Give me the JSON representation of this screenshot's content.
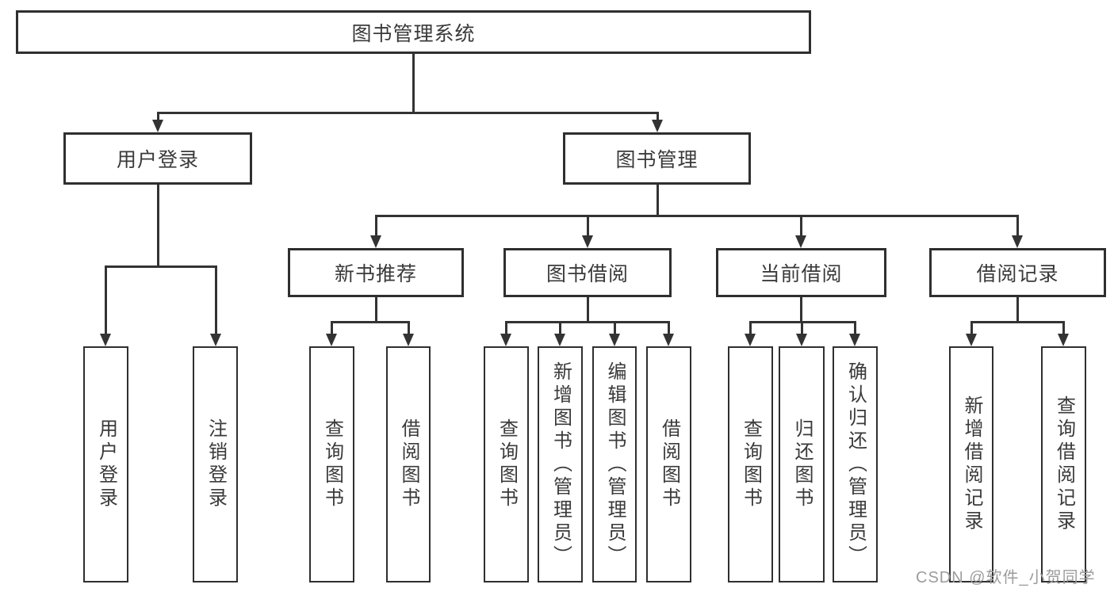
{
  "diagram_type": "hierarchy-tree",
  "colors": {
    "background": "#ffffff",
    "line": "#333333",
    "box_border": "#2f2f2f",
    "text": "#3a3a3a",
    "watermark": "#9c9c9c"
  },
  "tree": {
    "label": "图书管理系统",
    "children": [
      {
        "label": "用户登录",
        "children": [
          {
            "label": "用户登录"
          },
          {
            "label": "注销登录"
          }
        ]
      },
      {
        "label": "图书管理",
        "children": [
          {
            "label": "新书推荐",
            "children": [
              {
                "label": "查询图书"
              },
              {
                "label": "借阅图书"
              }
            ]
          },
          {
            "label": "图书借阅",
            "children": [
              {
                "label": "查询图书"
              },
              {
                "label": "新增图书（管理员）"
              },
              {
                "label": "编辑图书（管理员）"
              },
              {
                "label": "借阅图书"
              }
            ]
          },
          {
            "label": "当前借阅",
            "children": [
              {
                "label": "查询图书"
              },
              {
                "label": "归还图书"
              },
              {
                "label": "确认归还（管理员）"
              }
            ]
          },
          {
            "label": "借阅记录",
            "children": [
              {
                "label": "新增借阅记录"
              },
              {
                "label": "查询借阅记录"
              }
            ]
          }
        ]
      }
    ]
  },
  "watermark": {
    "text": "CSDN @软件_小贺同学"
  }
}
